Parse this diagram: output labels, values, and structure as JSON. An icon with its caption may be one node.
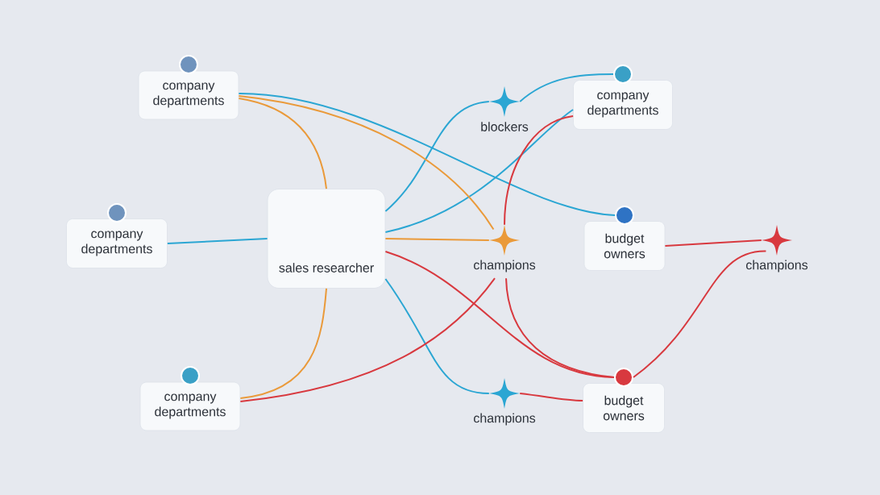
{
  "diagram": {
    "nodes": [
      {
        "text": [
          "company departments"
        ]
      },
      {
        "text": [
          "company departments"
        ]
      },
      {
        "text": [
          "sales researcher"
        ]
      },
      {
        "text": [
          "company departments"
        ]
      },
      {
        "text": [
          "blockers"
        ]
      },
      {
        "text": [
          "champions"
        ]
      },
      {
        "text": [
          "champions"
        ]
      },
      {
        "text": [
          "company departments"
        ]
      },
      {
        "text": [
          "budget owners"
        ]
      },
      {
        "text": [
          "champions"
        ]
      },
      {
        "text": [
          "budget owners"
        ]
      }
    ],
    "edges": [
      {
        "from": 0,
        "to": 8,
        "arrow": "none",
        "color": "#2ba6d3"
      },
      {
        "from": 1,
        "to": 2,
        "arrow": "none",
        "color": "#2ba6d3"
      },
      {
        "from": 2,
        "to": 4,
        "arrow": "none",
        "color": "#2ba6d3"
      },
      {
        "from": 4,
        "to": 7,
        "arrow": "none",
        "color": "#2ba6d3"
      },
      {
        "from": 2,
        "to": 7,
        "arrow": "none",
        "color": "#2ba6d3"
      },
      {
        "from": 2,
        "to": 6,
        "arrow": "none",
        "color": "#2ba6d3"
      },
      {
        "from": 0,
        "to": 2,
        "arrow": "none",
        "color": "#ea9a3a"
      },
      {
        "from": 0,
        "to": 5,
        "arrow": "none",
        "color": "#ea9a3a"
      },
      {
        "from": 2,
        "to": 5,
        "arrow": "none",
        "color": "#ea9a3a"
      },
      {
        "from": 3,
        "to": 2,
        "arrow": "none",
        "color": "#ea9a3a"
      },
      {
        "from": 2,
        "to": 10,
        "arrow": "none",
        "color": "#d8393f"
      },
      {
        "from": 3,
        "to": 5,
        "arrow": "none",
        "color": "#d8393f"
      },
      {
        "from": 5,
        "to": 7,
        "arrow": "none",
        "color": "#d8393f"
      },
      {
        "from": 5,
        "to": 10,
        "arrow": "none",
        "color": "#d8393f"
      },
      {
        "from": 6,
        "to": 10,
        "arrow": "none",
        "color": "#d8393f"
      },
      {
        "from": 8,
        "to": 9,
        "arrow": "none",
        "color": "#d8393f"
      },
      {
        "from": 10,
        "to": 9,
        "arrow": "none",
        "color": "#d8393f"
      }
    ]
  }
}
